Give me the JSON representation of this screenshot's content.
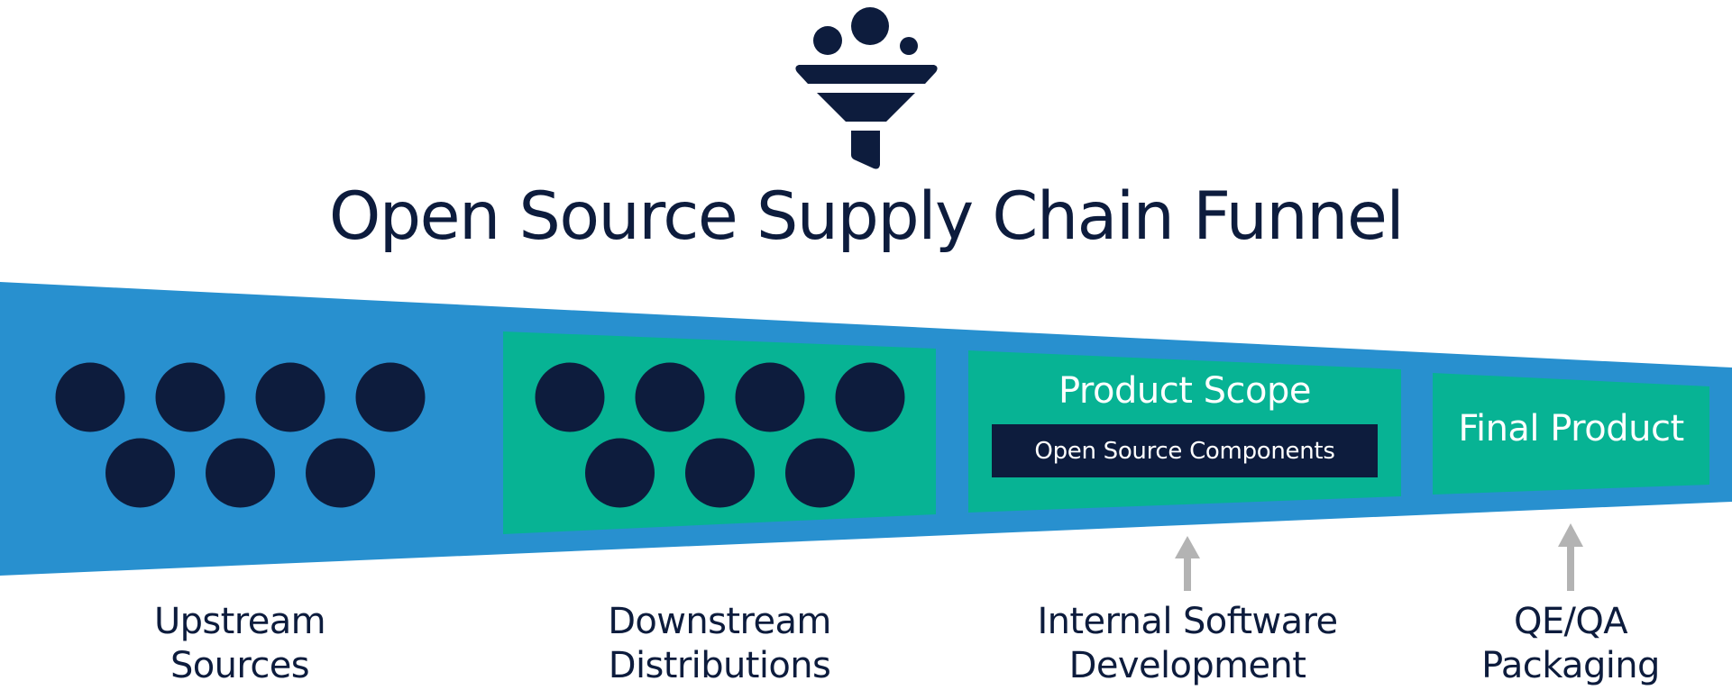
{
  "title": "Open Source Supply Chain Funnel",
  "icon": "funnel-icon",
  "colors": {
    "funnel_blue": "#2890cf",
    "stage_green": "#07b394",
    "navy": "#0d1c3d",
    "arrow_gray": "#b3b3b3",
    "text_white": "#ffffff"
  },
  "stages": [
    {
      "id": "upstream",
      "label_line1": "Upstream",
      "label_line2": "Sources",
      "dots": 7,
      "has_box": false
    },
    {
      "id": "downstream",
      "label_line1": "Downstream",
      "label_line2": "Distributions",
      "dots": 7,
      "has_box": true
    },
    {
      "id": "internal",
      "label_line1": "Internal Software",
      "label_line2": "Development",
      "box_title": "Product Scope",
      "box_subtitle": "Open Source Components",
      "has_arrow": true
    },
    {
      "id": "qa",
      "label_line1": "QE/QA",
      "label_line2": "Packaging",
      "box_title": "Final Product",
      "has_arrow": true
    }
  ]
}
